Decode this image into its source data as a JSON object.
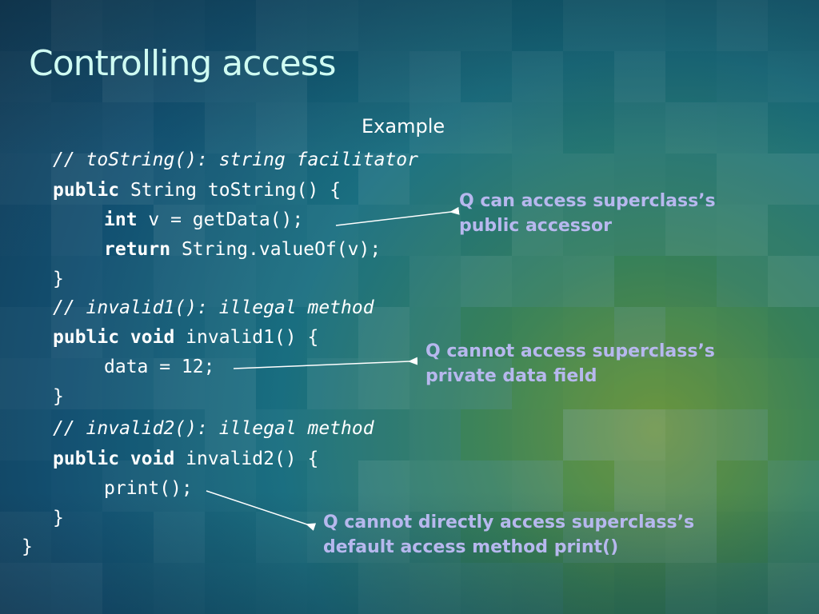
{
  "slide": {
    "title": "Controlling access",
    "subtitle": "Example"
  },
  "code": {
    "line1": "// toString(): string facilitator",
    "line2_kw": "public",
    "line2_rest": " String toString() {",
    "line3_kw": "int",
    "line3_rest": " v = getData();",
    "line4_kw": "return",
    "line4_rest": " String.valueOf(v);",
    "line5": "}",
    "line6": "// invalid1(): illegal method",
    "line7_kw": "public void",
    "line7_rest": " invalid1() {",
    "line8": "data = 12;",
    "line9": "}",
    "line10": "// invalid2(): illegal method",
    "line11_kw": "public void",
    "line11_rest": " invalid2() {",
    "line12": "print();",
    "line13": "}",
    "line14": "}"
  },
  "notes": {
    "note1_line1": "Q can access superclass’s",
    "note1_line2": "public accessor",
    "note2_line1": "Q cannot access superclass’s",
    "note2_line2": "private data field",
    "note3_line1": "Q cannot directly access superclass’s",
    "note3_line2": "default access method print()"
  },
  "colors": {
    "title": "#cffbf2",
    "note": "#b7b8ee",
    "code": "#ffffff"
  }
}
